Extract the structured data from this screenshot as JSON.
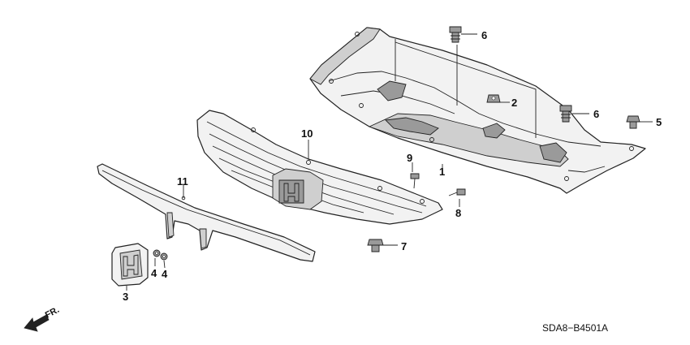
{
  "diagram": {
    "reference_code": "SDA8−B4501A",
    "direction_label": "FR.",
    "callouts": [
      {
        "id": "callout-1",
        "number": "1"
      },
      {
        "id": "callout-2",
        "number": "2"
      },
      {
        "id": "callout-3",
        "number": "3"
      },
      {
        "id": "callout-4a",
        "number": "4"
      },
      {
        "id": "callout-4b",
        "number": "4"
      },
      {
        "id": "callout-5",
        "number": "5"
      },
      {
        "id": "callout-6a",
        "number": "6"
      },
      {
        "id": "callout-6b",
        "number": "6"
      },
      {
        "id": "callout-7",
        "number": "7"
      },
      {
        "id": "callout-8",
        "number": "8"
      },
      {
        "id": "callout-9",
        "number": "9"
      },
      {
        "id": "callout-10",
        "number": "10"
      },
      {
        "id": "callout-11",
        "number": "11"
      }
    ]
  }
}
